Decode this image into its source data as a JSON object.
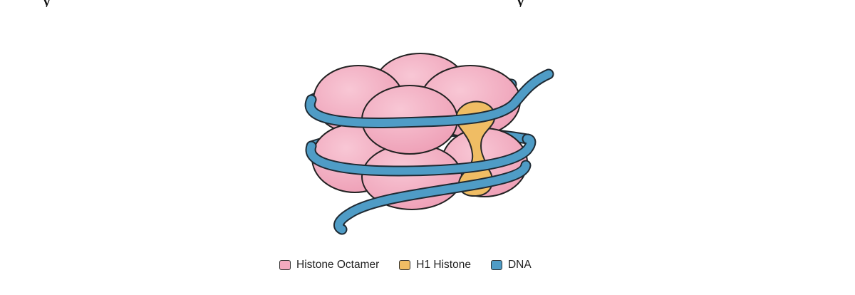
{
  "header": {
    "caption_fragment_left": "y",
    "caption_fragment_right": "y"
  },
  "legend": {
    "items": [
      {
        "label": "Histone Octamer",
        "color": "#f3a9bf"
      },
      {
        "label": "H1 Histone",
        "color": "#f0bd64"
      },
      {
        "label": "DNA",
        "color": "#4f9cc6"
      }
    ]
  },
  "colors": {
    "histone_fill": "#f3a9bf",
    "histone_outline": "#222222",
    "h1_fill": "#f0bd64",
    "dna_fill": "#4f9cc6",
    "dna_outline": "#1f2a33"
  }
}
